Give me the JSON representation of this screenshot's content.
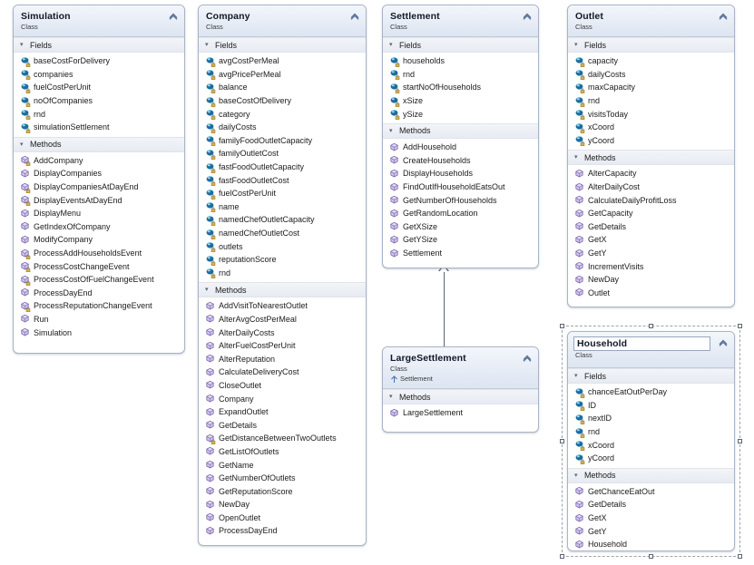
{
  "diagram": {
    "type": "uml-class-diagram",
    "stereotype_label": "Class",
    "fields_label": "Fields",
    "methods_label": "Methods",
    "collapse_glyph": "«",
    "expander_glyph": "◢",
    "base_arrow_glyph": "↱"
  },
  "classes": [
    {
      "id": "simulation",
      "name": "Simulation",
      "stereotype": "Class",
      "selected": false,
      "fields": [
        {
          "name": "baseCostForDelivery",
          "access": "private"
        },
        {
          "name": "companies",
          "access": "private"
        },
        {
          "name": "fuelCostPerUnit",
          "access": "private"
        },
        {
          "name": "noOfCompanies",
          "access": "private"
        },
        {
          "name": "rnd",
          "access": "private"
        },
        {
          "name": "simulationSettlement",
          "access": "private"
        }
      ],
      "methods": [
        {
          "name": "AddCompany",
          "access": "private"
        },
        {
          "name": "DisplayCompanies",
          "access": "public"
        },
        {
          "name": "DisplayCompaniesAtDayEnd",
          "access": "private"
        },
        {
          "name": "DisplayEventsAtDayEnd",
          "access": "private"
        },
        {
          "name": "DisplayMenu",
          "access": "public"
        },
        {
          "name": "GetIndexOfCompany",
          "access": "public"
        },
        {
          "name": "ModifyCompany",
          "access": "public"
        },
        {
          "name": "ProcessAddHouseholdsEvent",
          "access": "private"
        },
        {
          "name": "ProcessCostChangeEvent",
          "access": "private"
        },
        {
          "name": "ProcessCostOfFuelChangeEvent",
          "access": "private"
        },
        {
          "name": "ProcessDayEnd",
          "access": "public"
        },
        {
          "name": "ProcessReputationChangeEvent",
          "access": "private"
        },
        {
          "name": "Run",
          "access": "public"
        },
        {
          "name": "Simulation",
          "access": "public"
        }
      ]
    },
    {
      "id": "company",
      "name": "Company",
      "stereotype": "Class",
      "selected": false,
      "fields": [
        {
          "name": "avgCostPerMeal",
          "access": "private"
        },
        {
          "name": "avgPricePerMeal",
          "access": "private"
        },
        {
          "name": "balance",
          "access": "private"
        },
        {
          "name": "baseCostOfDelivery",
          "access": "private"
        },
        {
          "name": "category",
          "access": "private"
        },
        {
          "name": "dailyCosts",
          "access": "private"
        },
        {
          "name": "familyFoodOutletCapacity",
          "access": "private"
        },
        {
          "name": "familyOutletCost",
          "access": "private"
        },
        {
          "name": "fastFoodOutletCapacity",
          "access": "private"
        },
        {
          "name": "fastFoodOutletCost",
          "access": "private"
        },
        {
          "name": "fuelCostPerUnit",
          "access": "private"
        },
        {
          "name": "name",
          "access": "private"
        },
        {
          "name": "namedChefOutletCapacity",
          "access": "private"
        },
        {
          "name": "namedChefOutletCost",
          "access": "private"
        },
        {
          "name": "outlets",
          "access": "private"
        },
        {
          "name": "reputationScore",
          "access": "private"
        },
        {
          "name": "rnd",
          "access": "private"
        }
      ],
      "methods": [
        {
          "name": "AddVisitToNearestOutlet",
          "access": "public"
        },
        {
          "name": "AlterAvgCostPerMeal",
          "access": "public"
        },
        {
          "name": "AlterDailyCosts",
          "access": "public"
        },
        {
          "name": "AlterFuelCostPerUnit",
          "access": "public"
        },
        {
          "name": "AlterReputation",
          "access": "public"
        },
        {
          "name": "CalculateDeliveryCost",
          "access": "public"
        },
        {
          "name": "CloseOutlet",
          "access": "public"
        },
        {
          "name": "Company",
          "access": "public"
        },
        {
          "name": "ExpandOutlet",
          "access": "public"
        },
        {
          "name": "GetDetails",
          "access": "public"
        },
        {
          "name": "GetDistanceBetweenTwoOutlets",
          "access": "private"
        },
        {
          "name": "GetListOfOutlets",
          "access": "public"
        },
        {
          "name": "GetName",
          "access": "public"
        },
        {
          "name": "GetNumberOfOutlets",
          "access": "public"
        },
        {
          "name": "GetReputationScore",
          "access": "public"
        },
        {
          "name": "NewDay",
          "access": "public"
        },
        {
          "name": "OpenOutlet",
          "access": "public"
        },
        {
          "name": "ProcessDayEnd",
          "access": "public"
        }
      ]
    },
    {
      "id": "settlement",
      "name": "Settlement",
      "stereotype": "Class",
      "selected": false,
      "fields": [
        {
          "name": "households",
          "access": "private"
        },
        {
          "name": "rnd",
          "access": "private"
        },
        {
          "name": "startNoOfHouseholds",
          "access": "private"
        },
        {
          "name": "xSize",
          "access": "private"
        },
        {
          "name": "ySize",
          "access": "private"
        }
      ],
      "methods": [
        {
          "name": "AddHousehold",
          "access": "public"
        },
        {
          "name": "CreateHouseholds",
          "access": "public"
        },
        {
          "name": "DisplayHouseholds",
          "access": "public"
        },
        {
          "name": "FindOutIfHouseholdEatsOut",
          "access": "public"
        },
        {
          "name": "GetNumberOfHouseholds",
          "access": "public"
        },
        {
          "name": "GetRandomLocation",
          "access": "public"
        },
        {
          "name": "GetXSize",
          "access": "public"
        },
        {
          "name": "GetYSize",
          "access": "public"
        },
        {
          "name": "Settlement",
          "access": "public"
        }
      ]
    },
    {
      "id": "outlet",
      "name": "Outlet",
      "stereotype": "Class",
      "selected": false,
      "fields": [
        {
          "name": "capacity",
          "access": "private"
        },
        {
          "name": "dailyCosts",
          "access": "private"
        },
        {
          "name": "maxCapacity",
          "access": "private"
        },
        {
          "name": "rnd",
          "access": "private"
        },
        {
          "name": "visitsToday",
          "access": "private"
        },
        {
          "name": "xCoord",
          "access": "private"
        },
        {
          "name": "yCoord",
          "access": "private"
        }
      ],
      "methods": [
        {
          "name": "AlterCapacity",
          "access": "public"
        },
        {
          "name": "AlterDailyCost",
          "access": "public"
        },
        {
          "name": "CalculateDailyProfitLoss",
          "access": "public"
        },
        {
          "name": "GetCapacity",
          "access": "public"
        },
        {
          "name": "GetDetails",
          "access": "public"
        },
        {
          "name": "GetX",
          "access": "public"
        },
        {
          "name": "GetY",
          "access": "public"
        },
        {
          "name": "IncrementVisits",
          "access": "public"
        },
        {
          "name": "NewDay",
          "access": "public"
        },
        {
          "name": "Outlet",
          "access": "public"
        }
      ]
    },
    {
      "id": "largesettlement",
      "name": "LargeSettlement",
      "stereotype": "Class",
      "base": "Settlement",
      "selected": false,
      "fields": [],
      "methods": [
        {
          "name": "LargeSettlement",
          "access": "public"
        }
      ]
    },
    {
      "id": "household",
      "name": "Household",
      "stereotype": "Class",
      "selected": true,
      "fields": [
        {
          "name": "chanceEatOutPerDay",
          "access": "private"
        },
        {
          "name": "ID",
          "access": "private"
        },
        {
          "name": "nextID",
          "access": "private"
        },
        {
          "name": "rnd",
          "access": "private"
        },
        {
          "name": "xCoord",
          "access": "private"
        },
        {
          "name": "yCoord",
          "access": "private"
        }
      ],
      "methods": [
        {
          "name": "GetChanceEatOut",
          "access": "public"
        },
        {
          "name": "GetDetails",
          "access": "public"
        },
        {
          "name": "GetX",
          "access": "public"
        },
        {
          "name": "GetY",
          "access": "public"
        },
        {
          "name": "Household",
          "access": "public"
        }
      ]
    }
  ],
  "relationships": [
    {
      "kind": "inheritance",
      "from": "LargeSettlement",
      "to": "Settlement"
    }
  ],
  "colors": {
    "canvas": "#ffffff",
    "card_border": "#aab4c4",
    "header_gradient_top": "#f3f6fb",
    "header_gradient_bottom": "#dde5f1",
    "section_band": "#e9edf4",
    "field_icon": "#1878a8",
    "method_icon": "#8c7ab8",
    "connector": "#5d6570",
    "selection": "#5c6672"
  }
}
